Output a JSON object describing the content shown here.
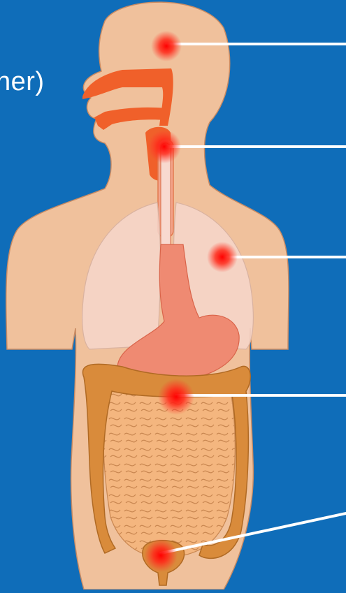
{
  "diagram": {
    "clipped_label_text": "her)",
    "colors": {
      "background": "#0f6db9",
      "skin": "#f0c19c",
      "skin_outline": "#c98b63",
      "airway": "#f0602a",
      "lungs": "#f6d6cb",
      "stomach": "#ef8a72",
      "colon": "#d98b3b",
      "small_intestine": "#f4b67f",
      "pain_dot": "#ff1a1a",
      "pointer_line": "#ffffff"
    },
    "markers": [
      {
        "name": "head"
      },
      {
        "name": "throat"
      },
      {
        "name": "lung"
      },
      {
        "name": "stomach"
      },
      {
        "name": "rectum"
      }
    ]
  }
}
